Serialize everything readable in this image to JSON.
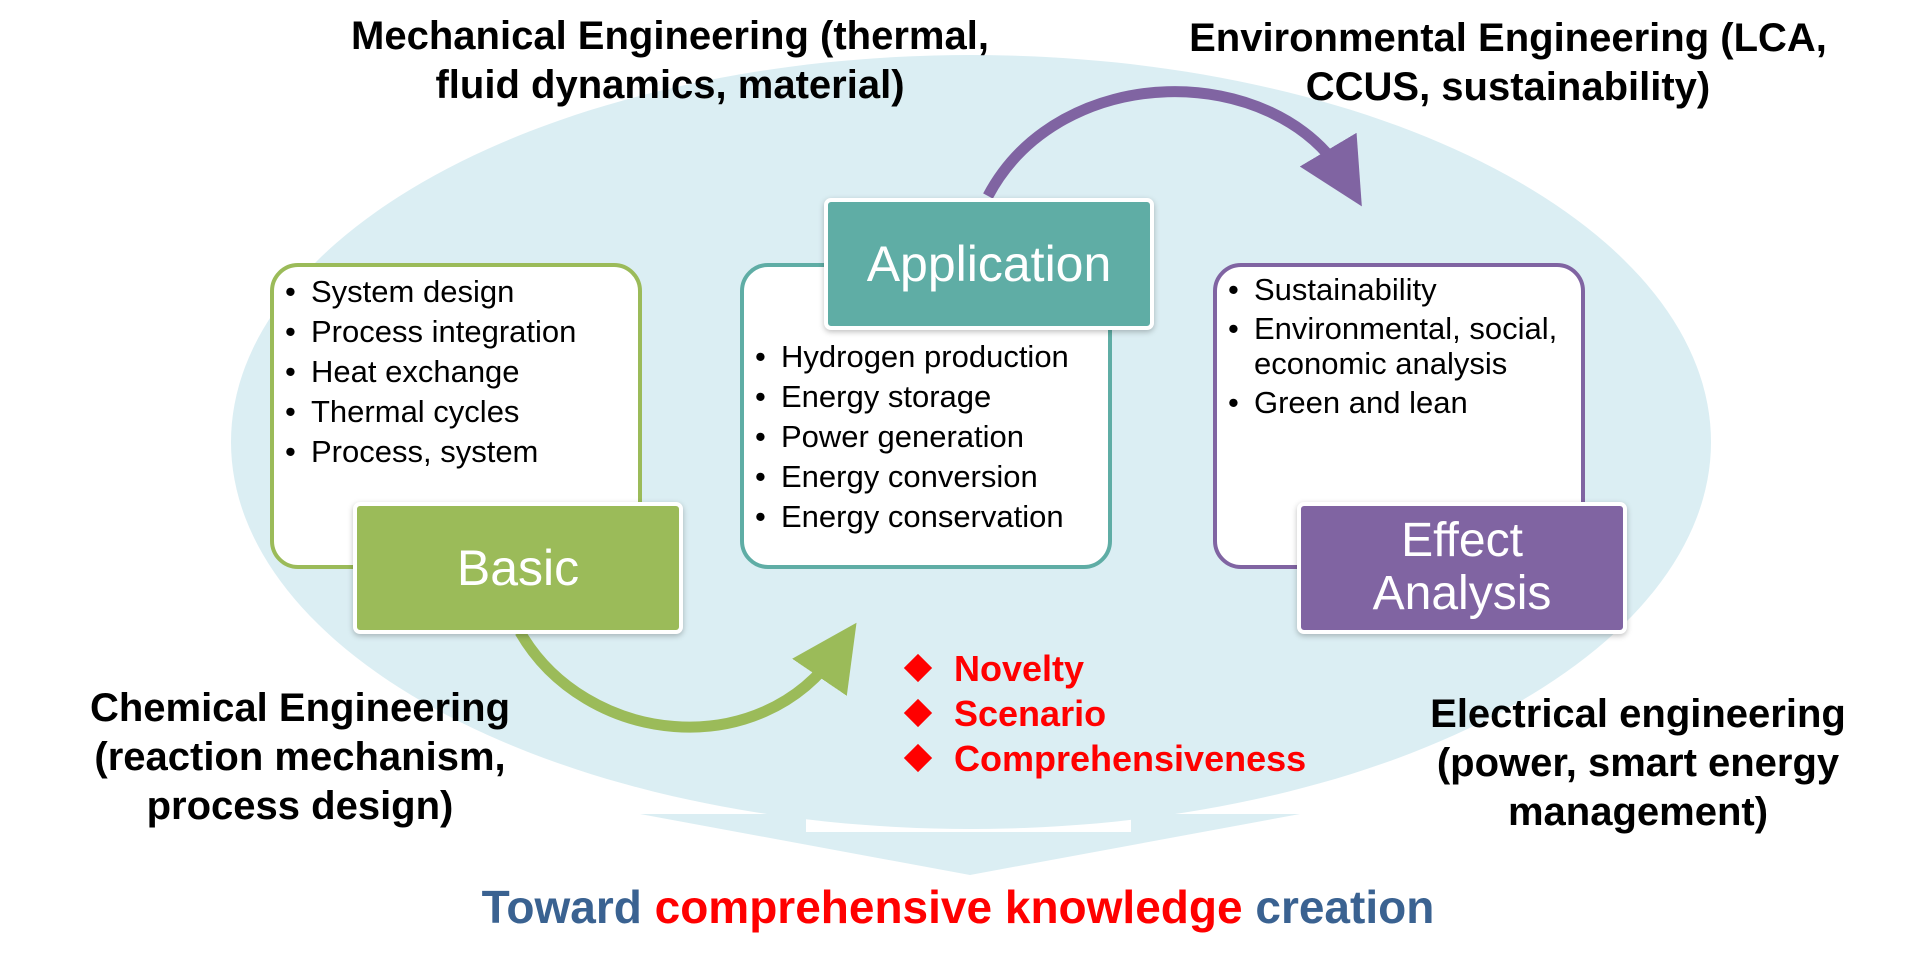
{
  "disciplines": {
    "mechanical": "Mechanical Engineering (thermal,\nfluid dynamics, material)",
    "environmental": "Environmental Engineering (LCA,\nCCUS, sustainability)",
    "chemical": "Chemical Engineering\n(reaction mechanism,\nprocess design)",
    "electrical": "Electrical engineering\n(power, smart energy\nmanagement)"
  },
  "basic": {
    "title": "Basic",
    "items": [
      "System design",
      "Process integration",
      "Heat exchange",
      "Thermal cycles",
      "Process, system"
    ]
  },
  "application": {
    "title": "Application",
    "items": [
      "Hydrogen production",
      "Energy storage",
      "Power generation",
      "Energy conversion",
      "Energy conservation"
    ]
  },
  "effect_analysis": {
    "title": "Effect\nAnalysis",
    "items": [
      "Sustainability",
      "Environmental, social, economic analysis",
      "Green and lean"
    ]
  },
  "features": [
    "Novelty",
    "Scenario",
    "Comprehensiveness"
  ],
  "conclusion": {
    "part1": "Toward ",
    "part2": "comprehensive knowledge",
    "part3": " creation"
  },
  "colors": {
    "green": "#9bbb59",
    "teal": "#5fada5",
    "purple": "#8064a2",
    "ellipse": "#dbeef3",
    "red": "#ff0000",
    "blue": "#3a6291"
  }
}
